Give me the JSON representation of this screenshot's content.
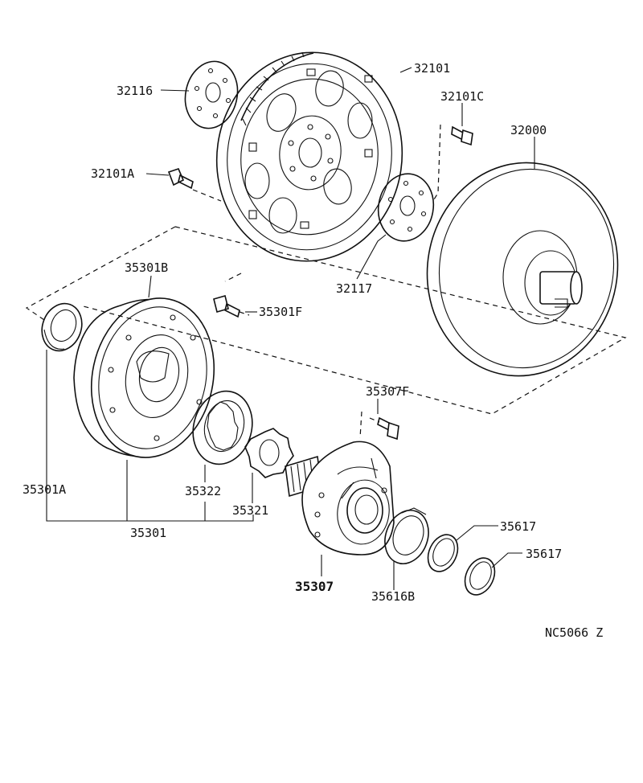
{
  "labels": {
    "p32101": "32101",
    "p32116": "32116",
    "p32101C": "32101C",
    "p32000": "32000",
    "p32101A": "32101A",
    "p32117": "32117",
    "p35301B": "35301B",
    "p35301F": "35301F",
    "p35307F": "35307F",
    "p35301A": "35301A",
    "p35322": "35322",
    "p35321": "35321",
    "p35301": "35301",
    "p35617a": "35617",
    "p35617b": "35617",
    "p35307": "35307",
    "p35616B": "35616B",
    "code": "NC5066 Z"
  }
}
